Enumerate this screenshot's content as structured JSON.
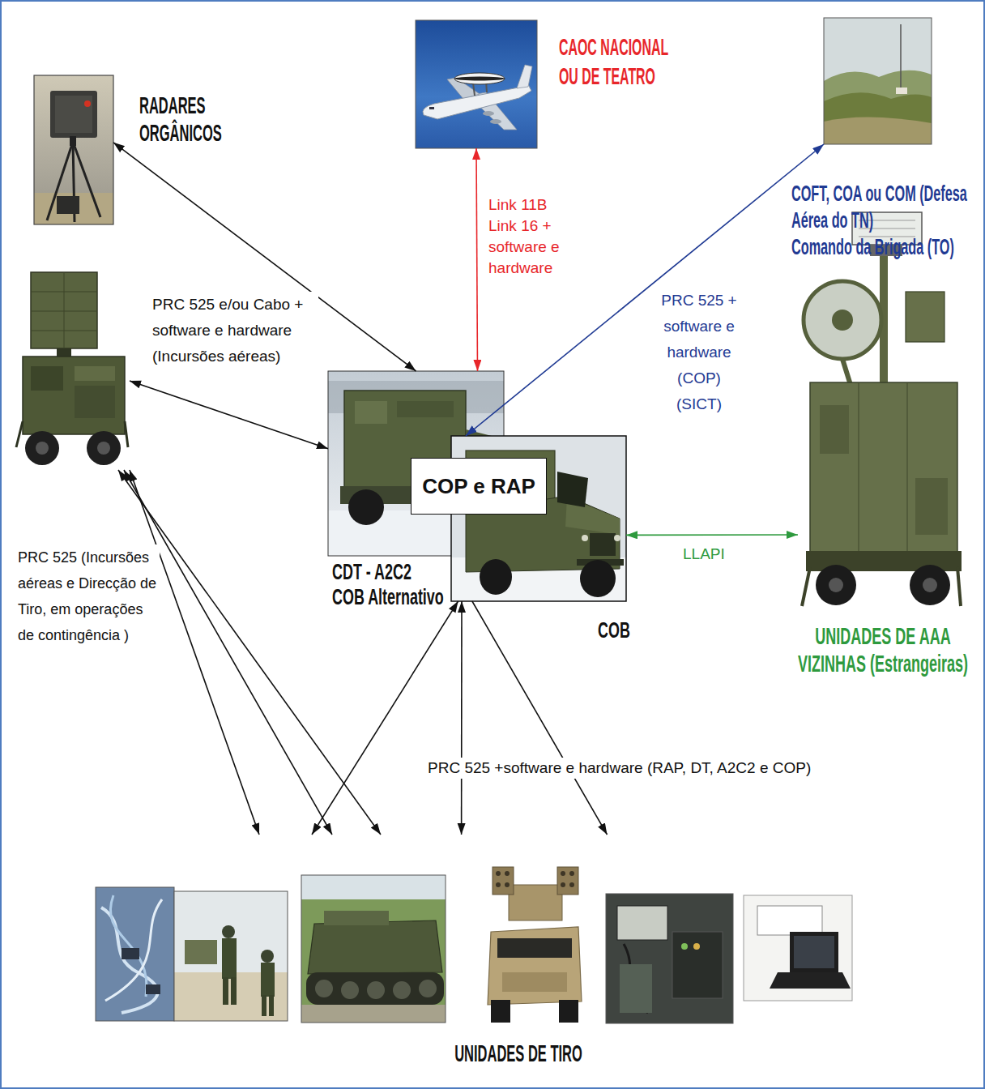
{
  "diagram": {
    "nodes": [
      {
        "text": [
          "RADARES ORGÂNICOS"
        ]
      },
      {
        "text": [
          "CAOC NACIONAL OU DE TEATRO"
        ]
      },
      {
        "text": [
          "COFT, COA ou COM (Defesa Aérea do TN)",
          "Comando da Brigada (TO)"
        ]
      },
      {
        "text": []
      },
      {
        "text": [
          "CDT - A2C2 COB Alternativo"
        ]
      },
      {
        "text": [
          "COP e RAP"
        ]
      },
      {
        "text": [
          "COB"
        ]
      },
      {
        "text": [
          "UNIDADES DE AAA VIZINHAS (Estrangeiras)"
        ]
      },
      {
        "text": [
          "UNIDADES DE TIRO"
        ]
      }
    ],
    "edges": [
      {
        "from": 0,
        "to": 4,
        "arrow": "both",
        "label": "PRC 525 e/ou Cabo + software e hardware (Incursões aéreas)"
      },
      {
        "from": 3,
        "to": 4,
        "arrow": "both"
      },
      {
        "from": 1,
        "to": 4,
        "arrow": "both",
        "label": "Link 11B Link 16 + software e hardware"
      },
      {
        "from": 2,
        "to": 6,
        "arrow": "both",
        "label": "PRC 525 + software e hardware (COP) (SICT)"
      },
      {
        "from": 6,
        "to": 7,
        "arrow": "both",
        "label": "LLAPI"
      },
      {
        "from": 3,
        "to": 8,
        "arrow": "both",
        "label": "PRC 525 (Incursões aéreas e Direcção de Tiro, em operações de contingência )"
      },
      {
        "from": 3,
        "to": 8,
        "arrow": "both"
      },
      {
        "from": 3,
        "to": 8,
        "arrow": "both"
      },
      {
        "from": 6,
        "to": 8,
        "arrow": "both"
      },
      {
        "from": 6,
        "to": 8,
        "arrow": "both",
        "label": "PRC 525 +software e hardware (RAP, DT, A2C2 e COP)"
      },
      {
        "from": 6,
        "to": 8,
        "arrow": "to"
      }
    ]
  }
}
